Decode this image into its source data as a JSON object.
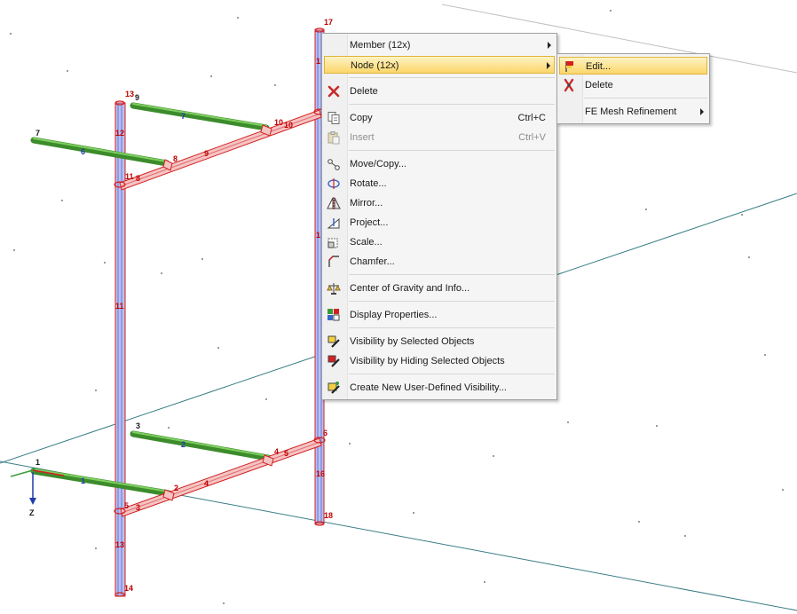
{
  "viewport": {
    "axis_label": "Z",
    "node_labels": [
      "17",
      "13",
      "9",
      "7",
      "10",
      "10",
      "12",
      "6",
      "8",
      "9",
      "11",
      "8",
      "11",
      "3",
      "2",
      "6",
      "4",
      "5",
      "16",
      "1",
      "1",
      "2",
      "5",
      "3",
      "4",
      "18",
      "13",
      "14"
    ],
    "member_labels": [
      "7",
      "6",
      "9",
      "11",
      "2",
      "1",
      "4",
      "1",
      "1"
    ]
  },
  "context_menu": {
    "items": [
      {
        "label": "Member (12x)",
        "icon": "member-icon",
        "submenu": true
      },
      {
        "label": "Node (12x)",
        "icon": "node-icon",
        "submenu": true,
        "highlighted": true
      },
      {
        "label": "Delete",
        "icon": "delete-x-icon"
      },
      {
        "label": "Copy",
        "icon": "copy-icon",
        "shortcut": "Ctrl+C"
      },
      {
        "label": "Insert",
        "icon": "insert-icon",
        "shortcut": "Ctrl+V",
        "disabled": true
      },
      {
        "label": "Move/Copy...",
        "icon": "move-copy-icon"
      },
      {
        "label": "Rotate...",
        "icon": "rotate-icon"
      },
      {
        "label": "Mirror...",
        "icon": "mirror-icon"
      },
      {
        "label": "Project...",
        "icon": "project-icon"
      },
      {
        "label": "Scale...",
        "icon": "scale-icon"
      },
      {
        "label": "Chamfer...",
        "icon": "chamfer-icon"
      },
      {
        "label": "Center of Gravity and Info...",
        "icon": "center-of-gravity-icon"
      },
      {
        "label": "Display Properties...",
        "icon": "display-properties-icon"
      },
      {
        "label": "Visibility by Selected Objects",
        "icon": "visibility-selected-icon"
      },
      {
        "label": "Visibility by Hiding Selected Objects",
        "icon": "visibility-hiding-icon"
      },
      {
        "label": "Create New User-Defined Visibility...",
        "icon": "user-visibility-icon"
      }
    ]
  },
  "submenu": {
    "items": [
      {
        "label": "Edit...",
        "icon": "edit-node-icon",
        "highlighted": true
      },
      {
        "label": "Delete",
        "icon": "delete-node-icon"
      },
      {
        "label": "FE Mesh Refinement",
        "submenu": true
      }
    ]
  },
  "colors": {
    "member_highlight": "#d42020",
    "beam_green": "#3c8c2c",
    "column_blue": "#7a84d8",
    "menu_highlight": "#fbd66a",
    "guide_line": "#3a7d86"
  }
}
